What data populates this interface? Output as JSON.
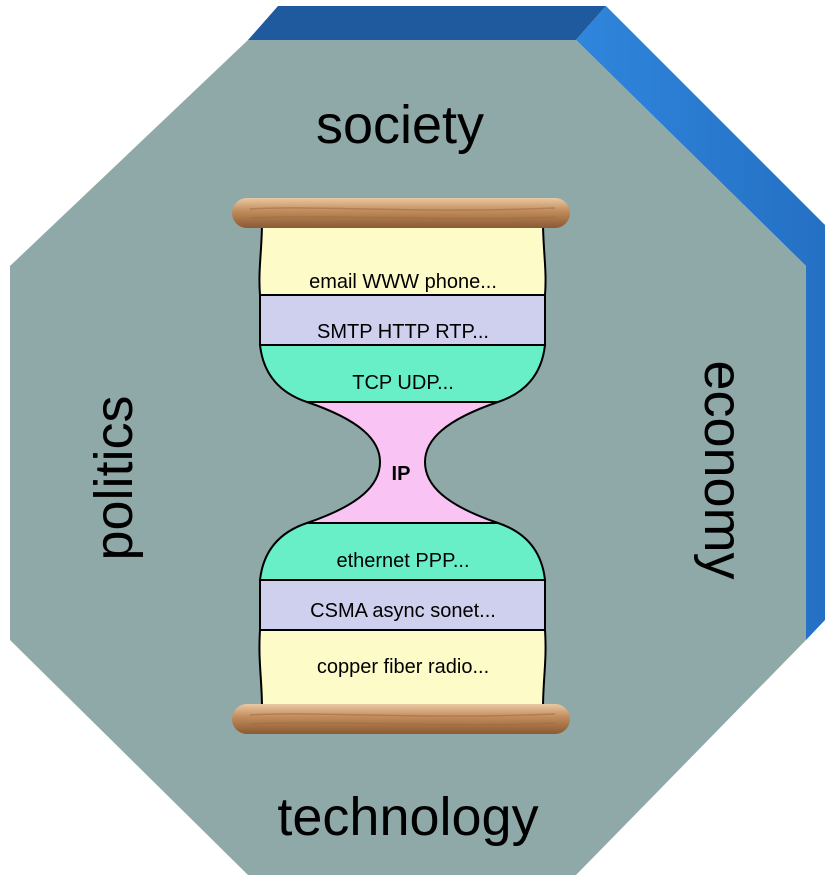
{
  "labels": {
    "top": "society",
    "bottom": "technology",
    "left": "politics",
    "right": "economy"
  },
  "layers": [
    {
      "label": "email  WWW  phone...",
      "color": "#fdfbc7"
    },
    {
      "label": "SMTP  HTTP  RTP...",
      "color": "#cfcfee"
    },
    {
      "label": "TCP  UDP...",
      "color": "#69efc7"
    },
    {
      "label": "IP",
      "color": "#f9c4f4"
    },
    {
      "label": "ethernet   PPP...",
      "color": "#69efc7"
    },
    {
      "label": "CSMA  async  sonet...",
      "color": "#cfcfee"
    },
    {
      "label": "copper  fiber  radio...",
      "color": "#fdfbc7"
    }
  ],
  "colors": {
    "octagon_fill": "#8fa9a8",
    "bevel_top": "#1f5a9e",
    "bevel_right": "#2a7fd6",
    "wood": "#c39063"
  }
}
